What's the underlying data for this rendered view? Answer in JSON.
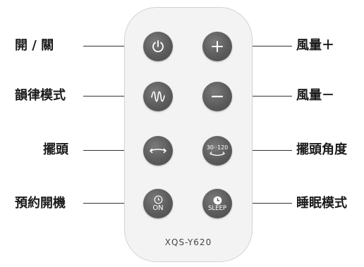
{
  "labels": {
    "power": "開 / 關",
    "rhythm": "韻律模式",
    "swing": "擺頭",
    "timer": "預約開機",
    "fan_up": "風量＋",
    "fan_down": "風量－",
    "swing_angle": "擺頭角度",
    "sleep": "睡眠模式"
  },
  "buttons": {
    "swing_angle_text": "30··120",
    "timer_text": "ON",
    "sleep_text": "SLEEP"
  },
  "model": "XQS-Y620"
}
